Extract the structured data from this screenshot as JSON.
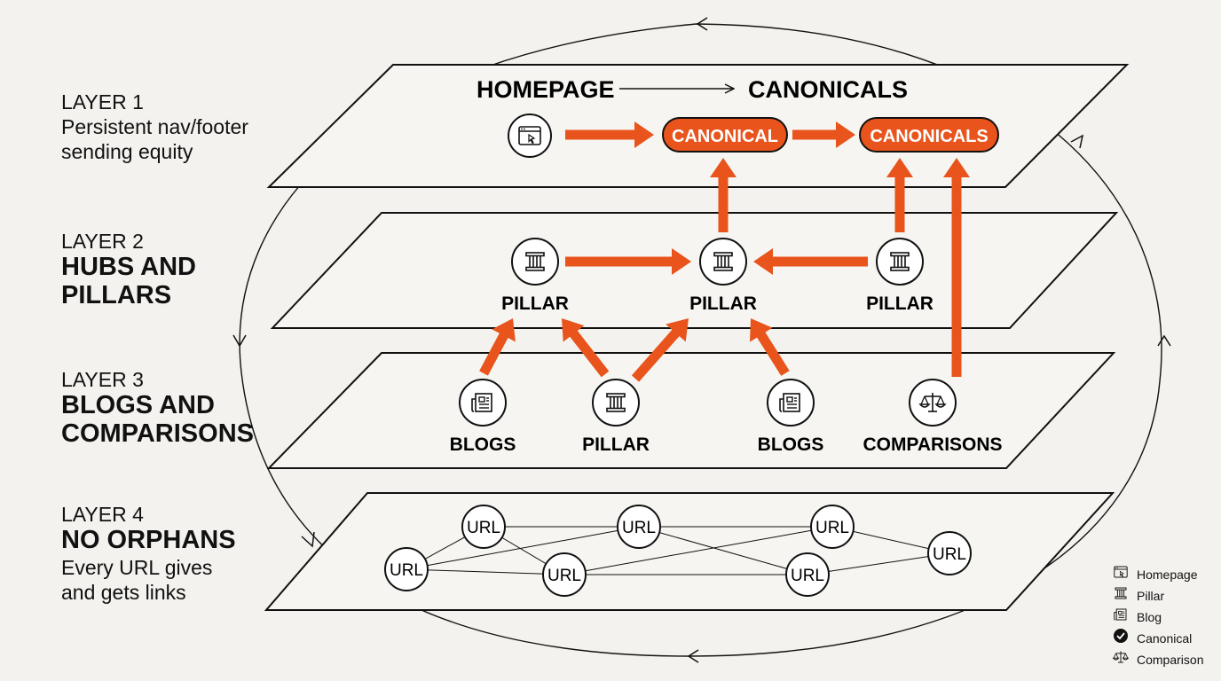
{
  "layers": [
    {
      "label": "LAYER 1",
      "subtitle": "Persistent nav/footer\nsending equity"
    },
    {
      "label": "LAYER 2",
      "title_lines": [
        "HUBS AND",
        "PILLARS"
      ]
    },
    {
      "label": "LAYER 3",
      "title_lines": [
        "BLOGS AND",
        "COMPARISONS"
      ]
    },
    {
      "label": "LAYER 4",
      "title_lines": [
        "NO ORPHANS"
      ],
      "subtitle": "Every URL gives\nand gets links"
    }
  ],
  "layer1": {
    "left_heading": "HOMEPAGE",
    "right_heading": "CANONICALS",
    "pill_1": "CANONICAL",
    "pill_2": "CANONICALS"
  },
  "layer2": {
    "nodes": [
      "PILLAR",
      "PILLAR",
      "PILLAR"
    ]
  },
  "layer3": {
    "nodes": [
      "BLOGS",
      "PILLAR",
      "BLOGS",
      "COMPARISONS"
    ]
  },
  "layer4": {
    "nodes": [
      "URL",
      "URL",
      "URL",
      "URL",
      "URL",
      "URL",
      "URL"
    ]
  },
  "legend": [
    {
      "icon": "browser-icon",
      "label": "Homepage"
    },
    {
      "icon": "pillar-icon",
      "label": "Pillar"
    },
    {
      "icon": "blog-icon",
      "label": "Blog"
    },
    {
      "icon": "check-circle-icon",
      "label": "Canonical"
    },
    {
      "icon": "scale-icon",
      "label": "Comparison"
    }
  ],
  "colors": {
    "accent": "#e8541c",
    "ink": "#111111",
    "background": "#f3f2ee"
  }
}
